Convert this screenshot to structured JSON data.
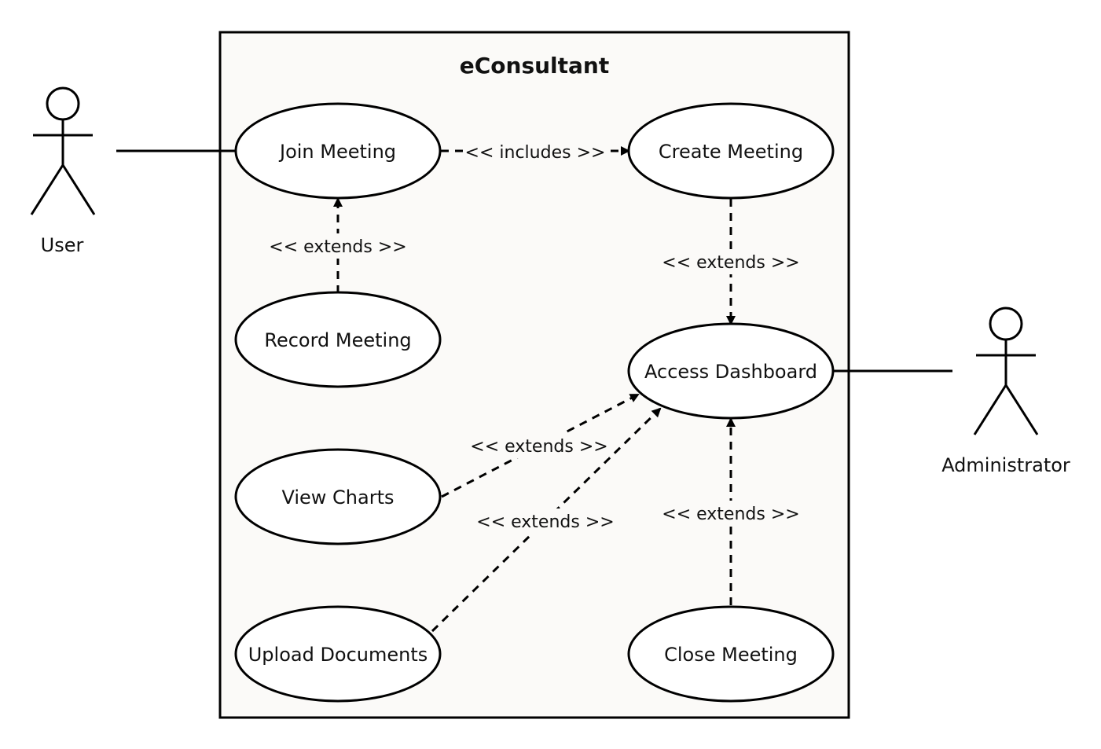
{
  "system": {
    "title": "eConsultant"
  },
  "actors": {
    "user": {
      "label": "User"
    },
    "administrator": {
      "label": "Administrator"
    }
  },
  "use_cases": {
    "join_meeting": "Join Meeting",
    "create_meeting": "Create Meeting",
    "record_meeting": "Record Meeting",
    "access_dashboard": "Access Dashboard",
    "view_charts": "View Charts",
    "upload_documents": "Upload Documents",
    "close_meeting": "Close Meeting"
  },
  "relationships": {
    "join_includes_create": "<< includes >>",
    "record_extends_join": "<< extends >>",
    "create_extends_dashboard": "<< extends >>",
    "charts_extends_dashboard": "<< extends >>",
    "upload_extends_dashboard": "<< extends >>",
    "close_extends_dashboard": "<< extends >>"
  },
  "colors": {
    "stroke": "#000000",
    "system_fill": "#fbfaf8",
    "usecase_fill": "#ffffff"
  }
}
